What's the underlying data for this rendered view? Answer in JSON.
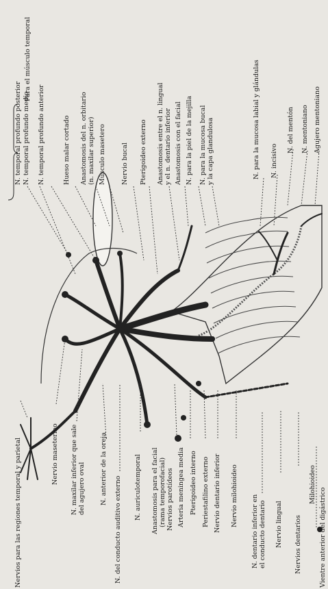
{
  "diagram": {
    "bracket_label": "Para el músculo temporal",
    "labels_top": [
      "N. temporal profundo posterior",
      "N. temporal profundo medio",
      "N. temporal profundo anterior",
      "Hueso malar cortado",
      "Anastomosis del n. orbitario",
      "(n. maxilar superior)",
      "Músculo masetero",
      "Nervio bucal",
      "Pterigoideo externo",
      "Anastomosis entre el n. lingual",
      "y el n. dentario inferior",
      "Anastomosis con el facial",
      "N. para la piel de la mejilla",
      "N. para la mucosa bucal",
      "y la capa glandulosa",
      "N. para la mucosa labial y glándulas",
      "N. incisivo",
      "N. del mentón",
      "N. mentoniano",
      "Agujero mentoniano"
    ],
    "labels_bottom": [
      "Nervios para las regiones temporal y parietal",
      "Nervio maseterino",
      "N. maxilar inferior que sale",
      "del agujero oval",
      "N. anterior de la oreja",
      "N. del conducto auditivo externo",
      "N. auriculotemporal",
      "Anastomosis para el facial",
      "(rama temporofacial)",
      "Nervios parotídeos",
      "Arteria meningea media",
      "Pterigoideo interno",
      "Periestafilino externo",
      "Nervio dentario inferior",
      "Nervio milohioideo",
      "N. dentario inferior en",
      "el conducto dentario",
      "Nervio lingual",
      "Nervios dentarios",
      "Milohioideo",
      "Vientre anterior del digástrico"
    ]
  }
}
